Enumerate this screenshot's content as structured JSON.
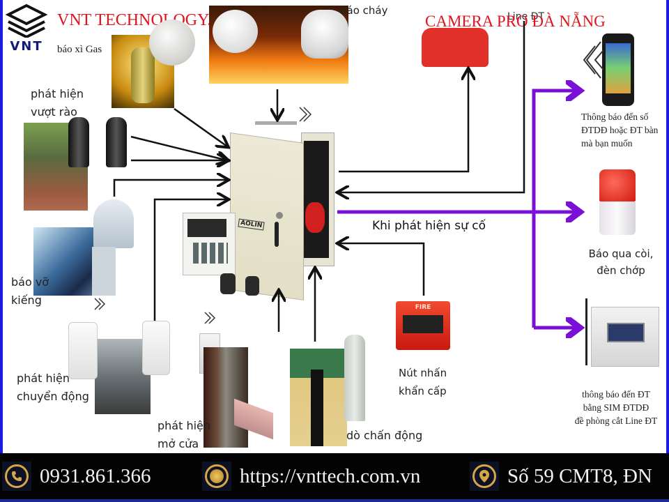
{
  "header": {
    "company": "VNT TECHNOLOGY.,JSC",
    "watermark": "CAMERA PRO ĐÀ NẴNG",
    "logo_text": "VNT"
  },
  "colors": {
    "frame_blue": "#1a1ae0",
    "title_red": "#e0141e",
    "purple_arrow": "#7a10d8",
    "footer_bg": "#030303",
    "gold": "#d7a648"
  },
  "inputs": [
    {
      "label": "báo xì Gas"
    },
    {
      "label": "báo cháy"
    },
    {
      "label_line1": "phát hiện",
      "label_line2": "vượt rào"
    },
    {
      "label_line1": "báo vỡ",
      "label_line2": "kiếng"
    },
    {
      "label_line1": "phát hiện",
      "label_line2": "chuyển động"
    },
    {
      "label_line1": "phát hiện",
      "label_line2": "mở cửa"
    },
    {
      "label": "dò chấn động"
    },
    {
      "label_line1": "Nút nhấn",
      "label_line2": "khẩn cấp"
    }
  ],
  "center": {
    "panel_brand": "AOLIN",
    "event_label": "Khi phát hiện sự cố",
    "line_label": "Line ĐT",
    "fire_label": "FIRE"
  },
  "outputs": [
    {
      "line1": "Thông báo đến số",
      "line2": "ĐTDĐ hoặc ĐT bàn",
      "line3": "mà bạn muốn"
    },
    {
      "line1": "Báo qua còi,",
      "line2": "đèn chớp"
    },
    {
      "line1": "thông báo đến ĐT",
      "line2": "bằng SIM ĐTDĐ",
      "line3": "đề phòng cắt Line ĐT"
    }
  ],
  "footer": {
    "phone": "0931.861.366",
    "website": "https://vnttech.com.vn",
    "address": "Số 59 CMT8, ĐN",
    "icons": [
      "phone-icon",
      "globe-icon",
      "location-pin-icon"
    ]
  }
}
